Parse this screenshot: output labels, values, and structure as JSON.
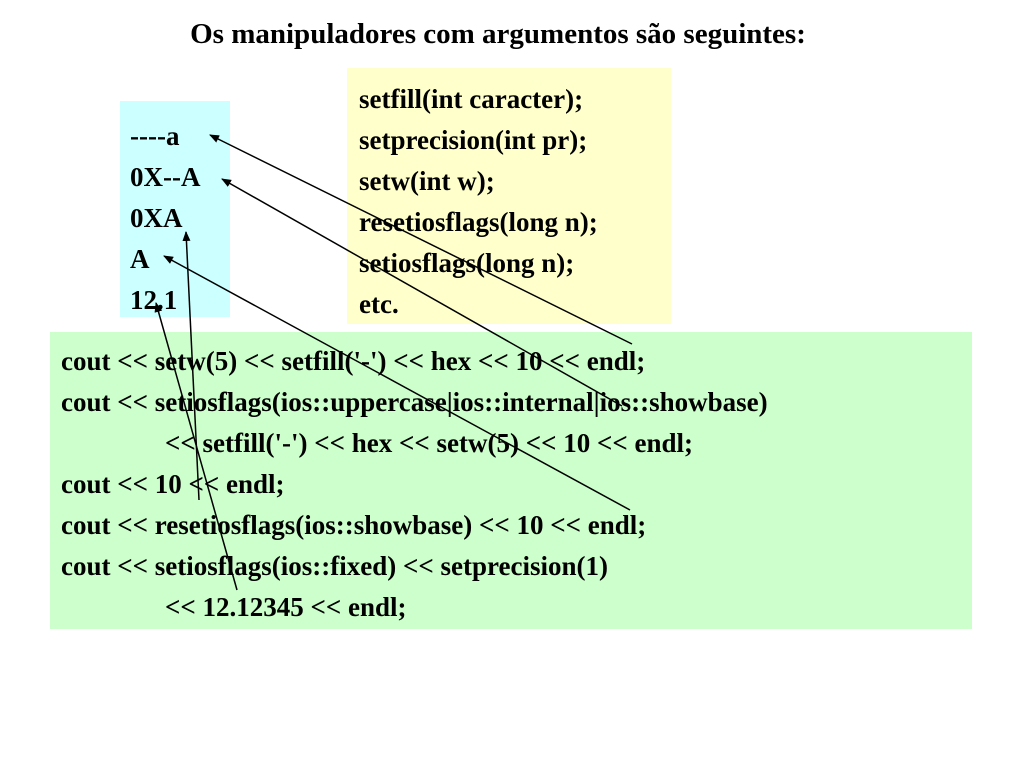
{
  "slide": {
    "title": "Os manipuladores com argumentos são seguintes:"
  },
  "output_box": {
    "lines": [
      "----a",
      "0X--A",
      "0XA",
      "A",
      "12.1"
    ]
  },
  "manipulators_box": {
    "lines": [
      "setfill(int caracter);",
      "setprecision(int pr);",
      "setw(int w);",
      "resetiosflags(long n);",
      "setiosflags(long n);",
      "etc."
    ]
  },
  "code_box": {
    "lines": [
      "cout << setw(5) << setfill('-') << hex << 10 << endl;",
      "cout << setiosflags(ios::uppercase|ios::internal|ios::showbase)",
      "<< setfill('-') << hex << setw(5) << 10 << endl;",
      "cout << 10 << endl;",
      "cout << resetiosflags(ios::showbase) << 10 << endl;",
      "cout << setiosflags(ios::fixed) << setprecision(1)",
      "<< 12.12345 << endl;"
    ]
  },
  "colors": {
    "output_bg": "#ccffff",
    "manipulators_bg": "#ffffcc",
    "code_bg": "#ccffcc",
    "arrow": "#000000"
  }
}
